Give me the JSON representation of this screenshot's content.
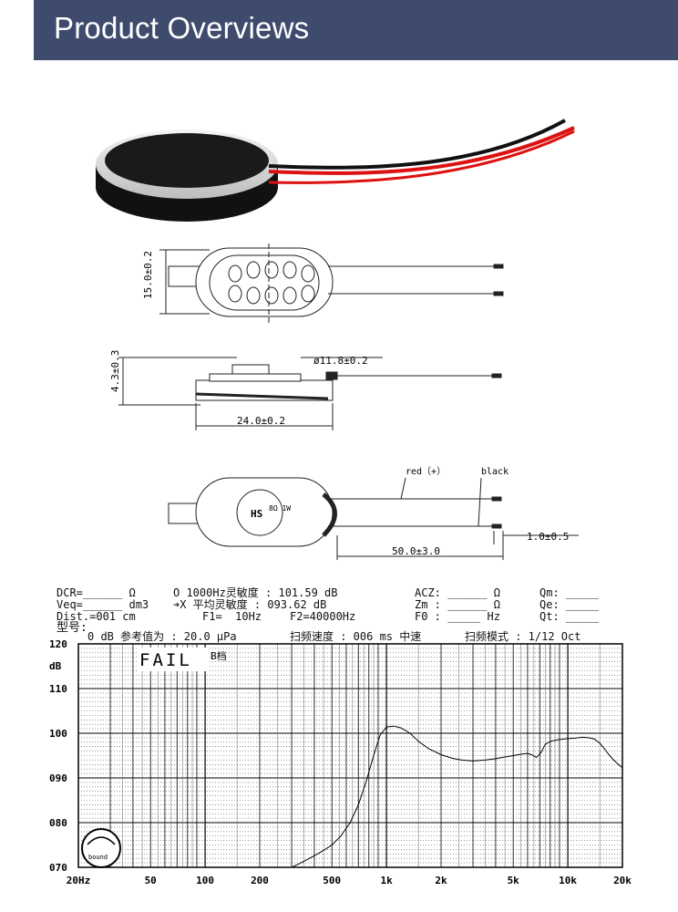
{
  "banner": {
    "title": "Product Overviews"
  },
  "drawing": {
    "dim_height": "15.0±0.2",
    "dim_thickness": "4.3±0.3",
    "dim_diameter": "ø11.8±0.2",
    "dim_length": "24.0±0.2",
    "wire_red": "red（+）",
    "wire_black": "black",
    "dim_wire_length": "50.0±3.0",
    "dim_strip": "1.0±0.5",
    "logo_text": "HS",
    "rating_text": "8Ω 1W"
  },
  "report": {
    "row1": {
      "dcr": "DCR=______ Ω",
      "sens": "O 1000Hz灵敏度 : 101.59 dB",
      "acz": "ACZ: ______ Ω",
      "qm": "Qm: _____"
    },
    "row2": {
      "veq": "Veq=______ dm3",
      "avg": "➔X 平均灵敏度 : 093.62 dB",
      "zm": "Zm : ______ Ω",
      "qe": "Qe: _____"
    },
    "row3": {
      "dist": "Dist.=001 cm",
      "f1": "F1=  10Hz",
      "f2": "F2=40000Hz",
      "f0": "F0 : _____ Hz",
      "qt": "Qt: _____"
    },
    "row4": {
      "model": "型号:"
    },
    "row5": {
      "ref": "0 dB 参考值为 : 20.0 μPa",
      "speed": "扫频速度 : 006 ms 中速",
      "mode": "扫频模式 : 1/12 Oct"
    },
    "fail": "FAIL",
    "fail_suffix": "B档",
    "stamp_text": "bound"
  },
  "chart_data": {
    "type": "line",
    "title": "",
    "xlabel": "",
    "ylabel": "dB",
    "xscale": "log",
    "xlim": [
      20,
      20000
    ],
    "ylim": [
      70,
      120
    ],
    "grid": true,
    "x_tick_labels": [
      {
        "v": 20,
        "label": "20Hz"
      },
      {
        "v": 50,
        "label": "50"
      },
      {
        "v": 100,
        "label": "100"
      },
      {
        "v": 200,
        "label": "200"
      },
      {
        "v": 500,
        "label": "500"
      },
      {
        "v": 1000,
        "label": "1k"
      },
      {
        "v": 2000,
        "label": "2k"
      },
      {
        "v": 5000,
        "label": "5k"
      },
      {
        "v": 10000,
        "label": "10k"
      },
      {
        "v": 20000,
        "label": "20k"
      }
    ],
    "y_tick_labels": [
      {
        "v": 120,
        "label": "120"
      },
      {
        "v": 110,
        "label": "110"
      },
      {
        "v": 100,
        "label": "100"
      },
      {
        "v": 90,
        "label": "090"
      },
      {
        "v": 80,
        "label": "080"
      },
      {
        "v": 70,
        "label": "070"
      }
    ],
    "series": [
      {
        "x": [
          300,
          330,
          360,
          400,
          450,
          500,
          560,
          630,
          700,
          770,
          850,
          920,
          1000,
          1100,
          1200,
          1350,
          1500,
          1700,
          2000,
          2300,
          2600,
          3000,
          3500,
          4000,
          4500,
          5000,
          5500,
          6000,
          6300,
          6700,
          7100,
          7500,
          8000,
          8500,
          9000,
          10000,
          11000,
          12000,
          13000,
          14000,
          15000,
          16000,
          17000,
          18000,
          19000,
          20000
        ],
        "y": [
          70.0,
          70.8,
          71.6,
          72.6,
          73.8,
          75.0,
          77.0,
          80.0,
          84.0,
          89.0,
          95.0,
          99.5,
          101.4,
          101.6,
          101.2,
          100.0,
          98.2,
          96.6,
          95.2,
          94.4,
          94.0,
          93.8,
          94.0,
          94.3,
          94.7,
          95.0,
          95.3,
          95.5,
          95.2,
          94.6,
          95.6,
          97.5,
          98.2,
          98.4,
          98.6,
          98.8,
          98.9,
          99.1,
          99.0,
          98.7,
          97.8,
          96.4,
          95.0,
          93.9,
          93.0,
          92.3
        ]
      }
    ]
  }
}
